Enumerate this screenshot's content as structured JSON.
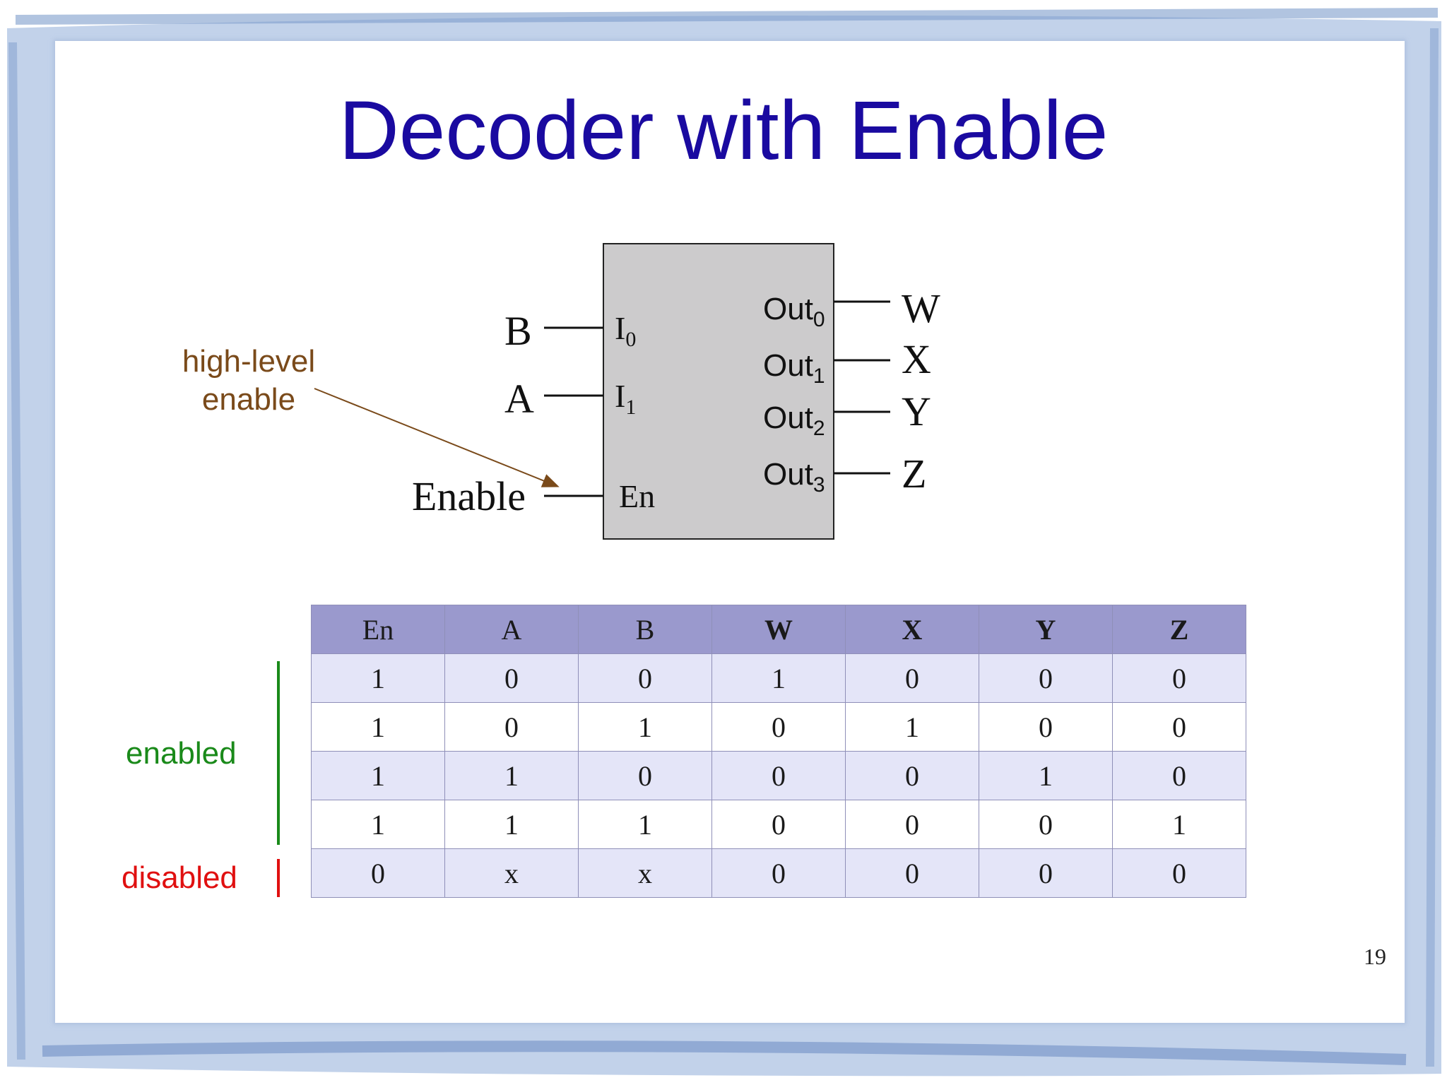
{
  "slide": {
    "title": "Decoder with Enable",
    "page_number": "19"
  },
  "diagram": {
    "inputs": [
      {
        "signal": "B",
        "port": "I",
        "port_sub": "0"
      },
      {
        "signal": "A",
        "port": "I",
        "port_sub": "1"
      },
      {
        "signal": "Enable",
        "port": "En",
        "port_sub": ""
      }
    ],
    "outputs": [
      {
        "port": "Out",
        "port_sub": "0",
        "signal": "W"
      },
      {
        "port": "Out",
        "port_sub": "1",
        "signal": "X"
      },
      {
        "port": "Out",
        "port_sub": "2",
        "signal": "Y"
      },
      {
        "port": "Out",
        "port_sub": "3",
        "signal": "Z"
      }
    ],
    "annotation": {
      "line1": "high-level",
      "line2": "enable",
      "color": "#7a4a1a"
    },
    "colors": {
      "box_fill": "#cccbcc",
      "enabled": "#1a8a1a",
      "disabled": "#e01010"
    }
  },
  "truth_table": {
    "headers": [
      "En",
      "A",
      "B",
      "W",
      "X",
      "Y",
      "Z"
    ],
    "rows": [
      [
        "1",
        "0",
        "0",
        "1",
        "0",
        "0",
        "0"
      ],
      [
        "1",
        "0",
        "1",
        "0",
        "1",
        "0",
        "0"
      ],
      [
        "1",
        "1",
        "0",
        "0",
        "0",
        "1",
        "0"
      ],
      [
        "1",
        "1",
        "1",
        "0",
        "0",
        "0",
        "1"
      ],
      [
        "0",
        "x",
        "x",
        "0",
        "0",
        "0",
        "0"
      ]
    ],
    "groups": {
      "enabled_label": "enabled",
      "disabled_label": "disabled"
    },
    "colors": {
      "header_bg": "#9a99cd",
      "odd_row_bg": "#e4e5f8",
      "even_row_bg": "#ffffff"
    }
  }
}
